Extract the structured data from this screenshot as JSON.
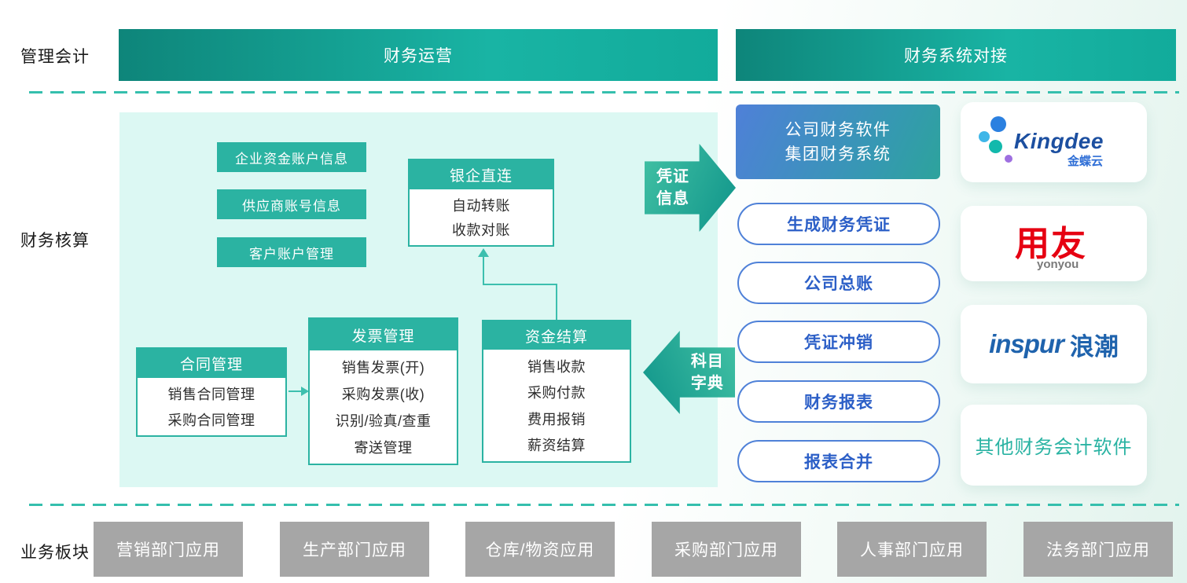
{
  "colors": {
    "teal": "#2bb3a2",
    "teal_dark": "#0e857a",
    "panel_bg": "#dcf8f3",
    "connector": "#3dbfae",
    "pill_border": "#4f81d8",
    "pill_text": "#2c5fc7",
    "system_box_gradient_start": "#4f80d8",
    "system_box_gradient_end": "#2da39c",
    "kingdee_blue": "#1c4fa0",
    "yonyou_red": "#e60012",
    "inspur_blue": "#1f63ad",
    "gray_box": "#a6a6a6"
  },
  "row_labels": {
    "top": "管理会计",
    "middle": "财务核算",
    "bottom": "业务板块"
  },
  "banners": {
    "left": "财务运营",
    "right": "财务系统对接"
  },
  "panel": {
    "account_boxes": [
      "企业资金账户信息",
      "供应商账号信息",
      "客户账户管理"
    ],
    "bank_link": {
      "title": "银企直连",
      "items": [
        "自动转账",
        "收款对账"
      ]
    },
    "contract": {
      "title": "合同管理",
      "items": [
        "销售合同管理",
        "采购合同管理"
      ]
    },
    "invoice": {
      "title": "发票管理",
      "items": [
        "销售发票(开)",
        "采购发票(收)",
        "识别/验真/查重",
        "寄送管理"
      ]
    },
    "settlement": {
      "title": "资金结算",
      "items": [
        "销售收款",
        "采购付款",
        "费用报销",
        "薪资结算"
      ]
    }
  },
  "arrows": {
    "voucher": {
      "line1": "凭证",
      "line2": "信息"
    },
    "subject": {
      "line1": "科目",
      "line2": "字典"
    }
  },
  "integration": {
    "system_box": {
      "line1": "公司财务软件",
      "line2": "集团财务系统"
    },
    "pills": [
      "生成财务凭证",
      "公司总账",
      "凭证冲销",
      "财务报表",
      "报表合并"
    ]
  },
  "vendors": {
    "kingdee": {
      "name": "Kingdee",
      "sub": "金蝶云"
    },
    "yonyou": {
      "name": "用友",
      "sub": "yonyou"
    },
    "inspur": {
      "name": "inspur",
      "sub": "浪潮"
    },
    "other": {
      "label": "其他财务会计软件"
    }
  },
  "business_apps": [
    "营销部门应用",
    "生产部门应用",
    "仓库/物资应用",
    "采购部门应用",
    "人事部门应用",
    "法务部门应用"
  ]
}
